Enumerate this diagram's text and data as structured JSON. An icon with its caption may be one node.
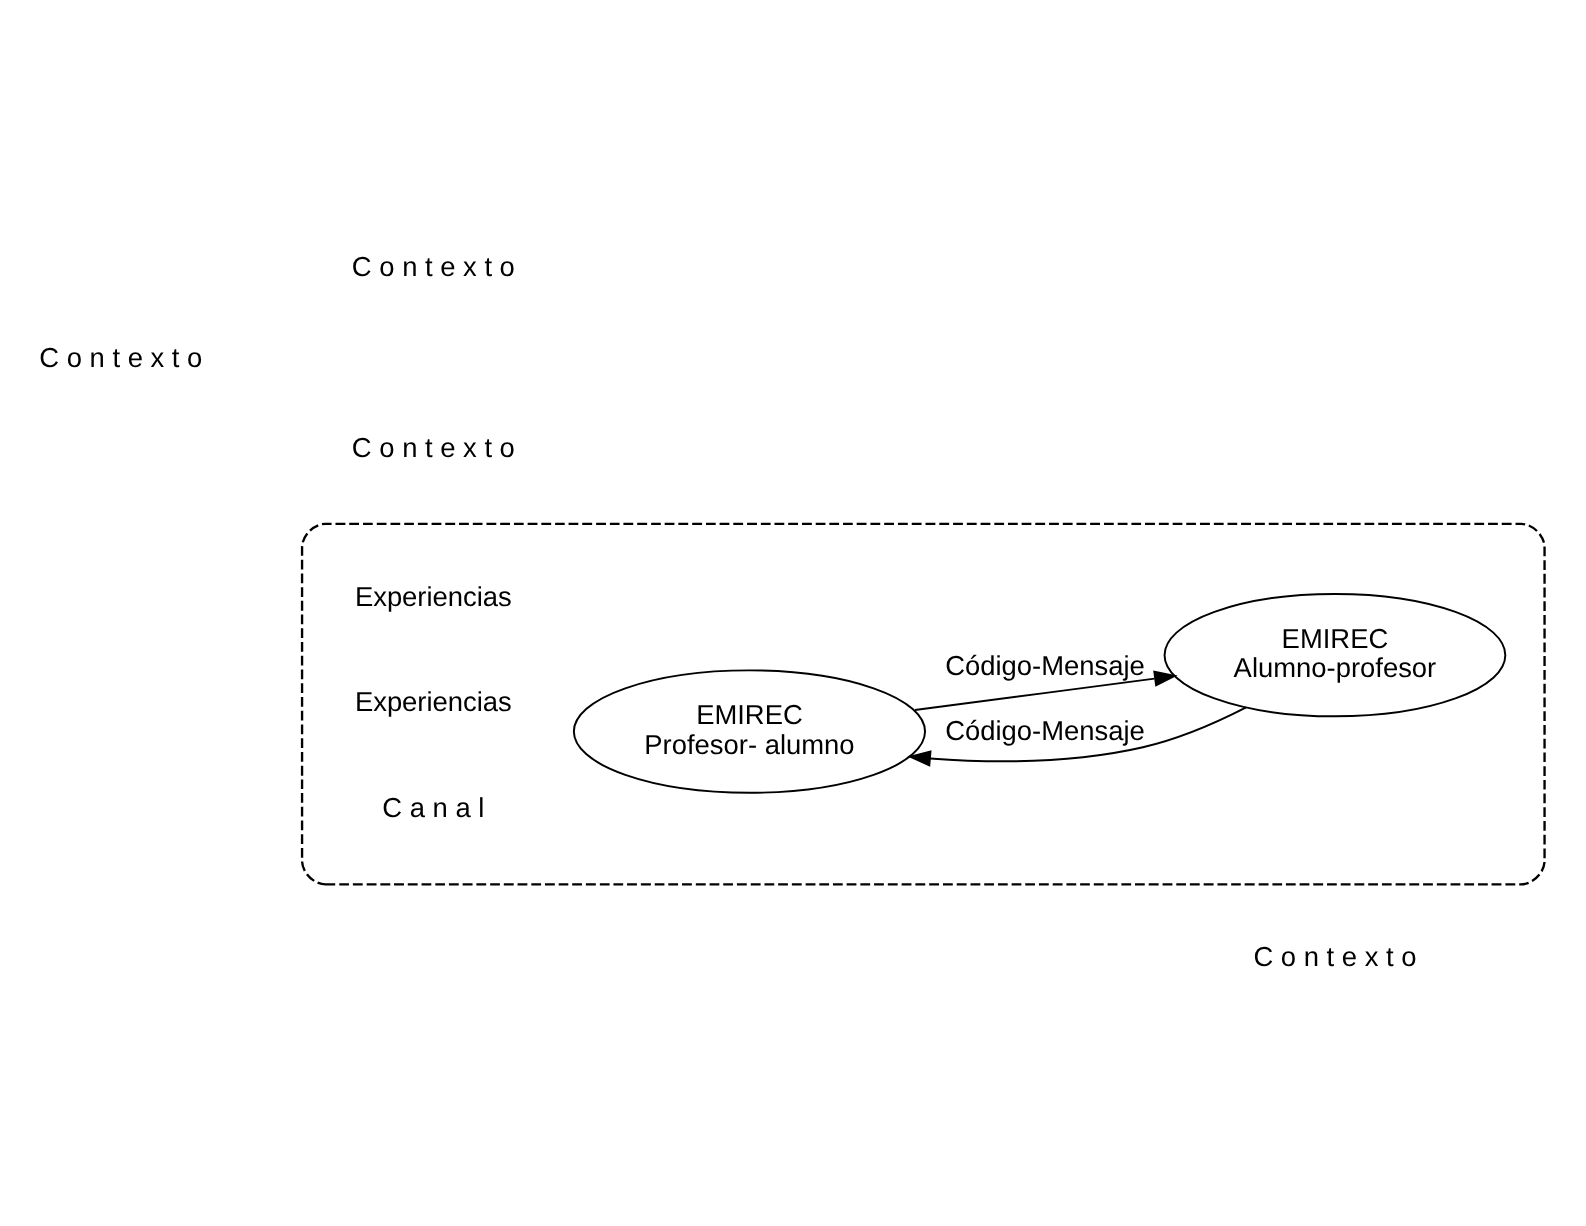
{
  "diagram": {
    "nodes": [
      {
        "text": [],
        "shape": "box"
      },
      {
        "text": [
          "EMIREC",
          "Alumno-profesor"
        ],
        "in": 0
      },
      {
        "text": [
          "EMIREC",
          "Profesor- alumno"
        ],
        "in": 0
      }
    ],
    "edges": [
      {
        "from": 1,
        "to": 2,
        "arrow": "to",
        "label": "Código-Mensaje"
      },
      {
        "from": 2,
        "to": 1,
        "arrow": "to",
        "label": "Código-Mensaje"
      }
    ],
    "labels": [
      "C o n t e x t o",
      "Experiencias",
      "C o n t e x t o",
      "C o n t e x t o",
      "C a n a l",
      "Experiencias",
      "C o n t e x t o"
    ]
  }
}
